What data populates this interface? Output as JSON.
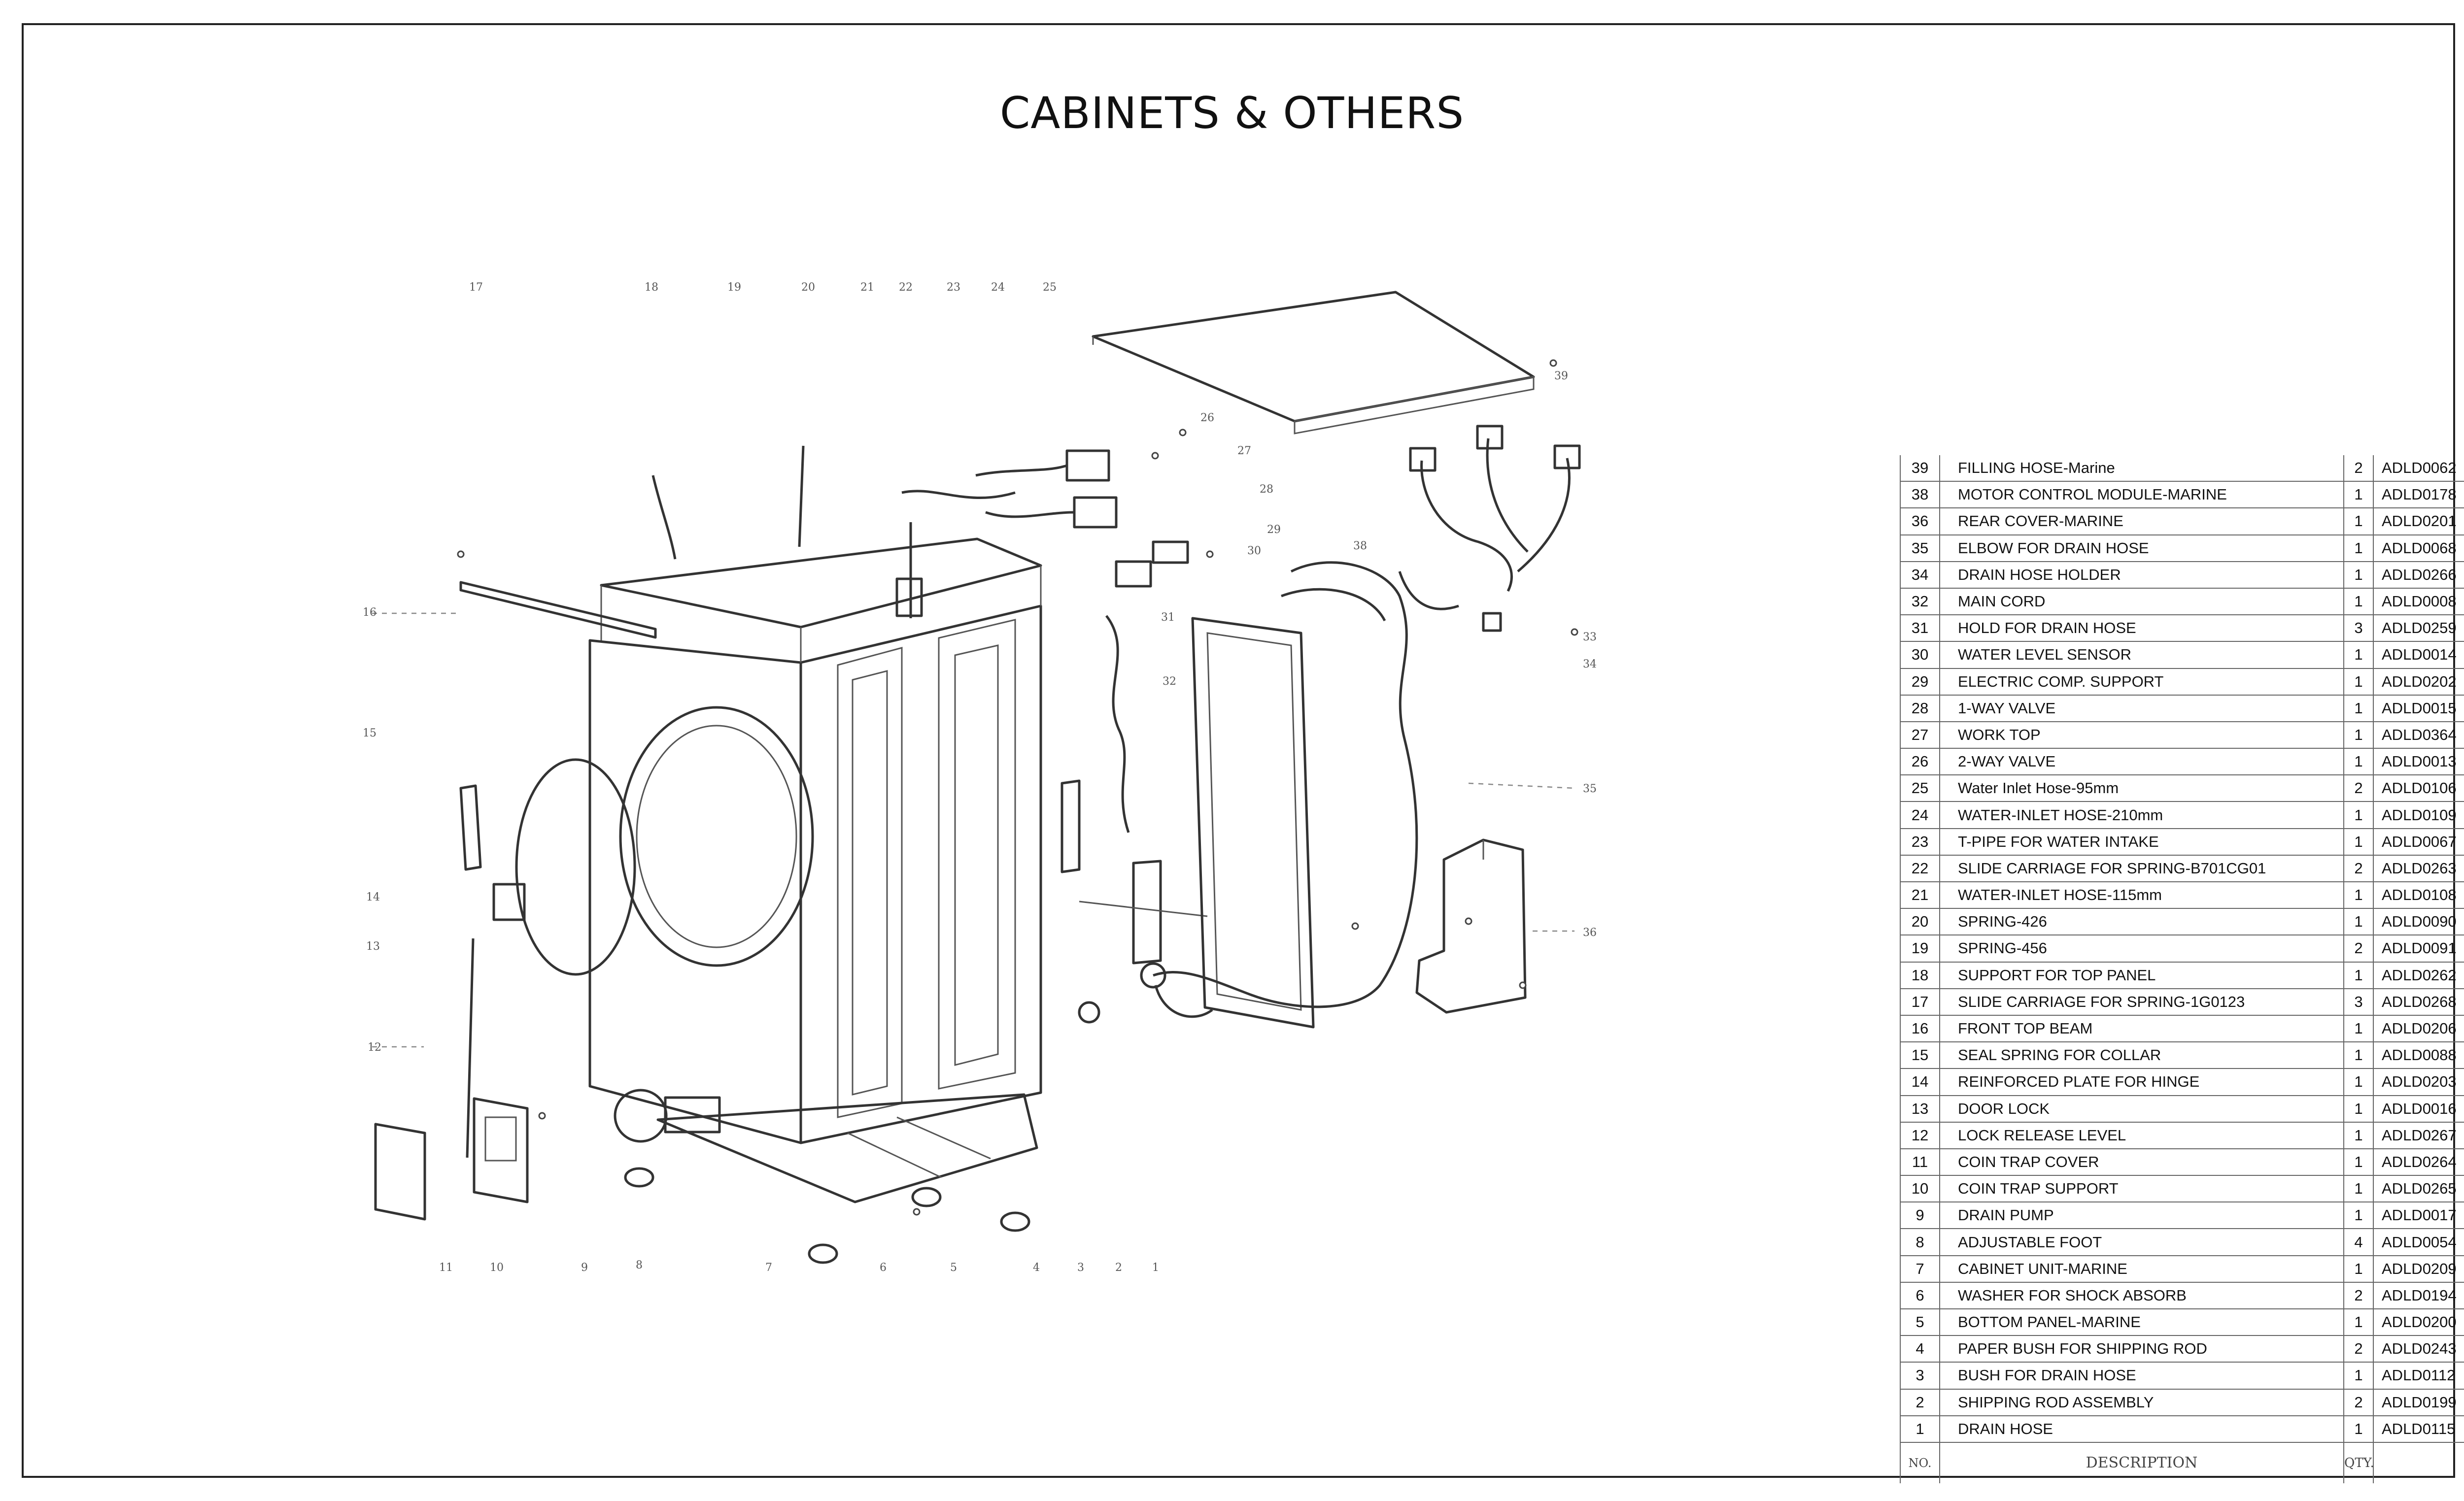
{
  "title": "CABINETS & OTHERS",
  "callouts": [
    "17",
    "18",
    "19",
    "20",
    "21",
    "22",
    "23",
    "24",
    "25",
    "26",
    "27",
    "28",
    "29",
    "30",
    "31",
    "32",
    "33",
    "34",
    "35",
    "36",
    "38",
    "39",
    "16",
    "15",
    "14",
    "13",
    "12",
    "11",
    "10",
    "9",
    "8",
    "7",
    "6",
    "5",
    "4",
    "3",
    "2",
    "1"
  ],
  "parts": [
    {
      "no": "39",
      "description": "FILLING HOSE-Marine",
      "qty": "2",
      "code": "ADLD0062"
    },
    {
      "no": "38",
      "description": "MOTOR CONTROL MODULE-MARINE",
      "qty": "1",
      "code": "ADLD0178"
    },
    {
      "no": "36",
      "description": "REAR COVER-MARINE",
      "qty": "1",
      "code": "ADLD0201"
    },
    {
      "no": "35",
      "description": "ELBOW FOR DRAIN HOSE",
      "qty": "1",
      "code": "ADLD0068"
    },
    {
      "no": "34",
      "description": "DRAIN HOSE HOLDER",
      "qty": "1",
      "code": "ADLD0266"
    },
    {
      "no": "32",
      "description": "MAIN CORD",
      "qty": "1",
      "code": "ADLD0008"
    },
    {
      "no": "31",
      "description": "HOLD FOR DRAIN HOSE",
      "qty": "3",
      "code": "ADLD0259"
    },
    {
      "no": "30",
      "description": "WATER LEVEL SENSOR",
      "qty": "1",
      "code": "ADLD0014"
    },
    {
      "no": "29",
      "description": "ELECTRIC COMP. SUPPORT",
      "qty": "1",
      "code": "ADLD0202"
    },
    {
      "no": "28",
      "description": "1-WAY VALVE",
      "qty": "1",
      "code": "ADLD0015"
    },
    {
      "no": "27",
      "description": "WORK TOP",
      "qty": "1",
      "code": "ADLD0364"
    },
    {
      "no": "26",
      "description": "2-WAY VALVE",
      "qty": "1",
      "code": "ADLD0013"
    },
    {
      "no": "25",
      "description": "Water Inlet Hose-95mm",
      "qty": "2",
      "code": "ADLD0106"
    },
    {
      "no": "24",
      "description": "WATER-INLET HOSE-210mm",
      "qty": "1",
      "code": "ADLD0109"
    },
    {
      "no": "23",
      "description": "T-PIPE FOR WATER INTAKE",
      "qty": "1",
      "code": "ADLD0067"
    },
    {
      "no": "22",
      "description": "SLIDE CARRIAGE FOR SPRING-B701CG01",
      "qty": "2",
      "code": "ADLD0263"
    },
    {
      "no": "21",
      "description": "WATER-INLET HOSE-115mm",
      "qty": "1",
      "code": "ADLD0108"
    },
    {
      "no": "20",
      "description": "SPRING-426",
      "qty": "1",
      "code": "ADLD0090"
    },
    {
      "no": "19",
      "description": "SPRING-456",
      "qty": "2",
      "code": "ADLD0091"
    },
    {
      "no": "18",
      "description": "SUPPORT FOR TOP PANEL",
      "qty": "1",
      "code": "ADLD0262"
    },
    {
      "no": "17",
      "description": "SLIDE CARRIAGE FOR SPRING-1G0123",
      "qty": "3",
      "code": "ADLD0268"
    },
    {
      "no": "16",
      "description": "FRONT TOP BEAM",
      "qty": "1",
      "code": "ADLD0206"
    },
    {
      "no": "15",
      "description": "SEAL SPRING FOR COLLAR",
      "qty": "1",
      "code": "ADLD0088"
    },
    {
      "no": "14",
      "description": "REINFORCED PLATE FOR HINGE",
      "qty": "1",
      "code": "ADLD0203"
    },
    {
      "no": "13",
      "description": "DOOR LOCK",
      "qty": "1",
      "code": "ADLD0016"
    },
    {
      "no": "12",
      "description": "LOCK RELEASE LEVEL",
      "qty": "1",
      "code": "ADLD0267"
    },
    {
      "no": "11",
      "description": "COIN TRAP COVER",
      "qty": "1",
      "code": "ADLD0264"
    },
    {
      "no": "10",
      "description": "COIN TRAP SUPPORT",
      "qty": "1",
      "code": "ADLD0265"
    },
    {
      "no": "9",
      "description": "DRAIN PUMP",
      "qty": "1",
      "code": "ADLD0017"
    },
    {
      "no": "8",
      "description": "ADJUSTABLE FOOT",
      "qty": "4",
      "code": "ADLD0054"
    },
    {
      "no": "7",
      "description": "CABINET UNIT-MARINE",
      "qty": "1",
      "code": "ADLD0209"
    },
    {
      "no": "6",
      "description": "WASHER FOR SHOCK ABSORB",
      "qty": "2",
      "code": "ADLD0194"
    },
    {
      "no": "5",
      "description": "BOTTOM PANEL-MARINE",
      "qty": "1",
      "code": "ADLD0200"
    },
    {
      "no": "4",
      "description": "PAPER BUSH FOR SHIPPING ROD",
      "qty": "2",
      "code": "ADLD0243"
    },
    {
      "no": "3",
      "description": "BUSH FOR DRAIN HOSE",
      "qty": "1",
      "code": "ADLD0112"
    },
    {
      "no": "2",
      "description": "SHIPPING ROD ASSEMBLY",
      "qty": "2",
      "code": "ADLD0199"
    },
    {
      "no": "1",
      "description": "DRAIN HOSE",
      "qty": "1",
      "code": "ADLD0115"
    }
  ],
  "table_header": {
    "no": "NO.",
    "description": "DESCRIPTION",
    "qty": "QTY."
  }
}
